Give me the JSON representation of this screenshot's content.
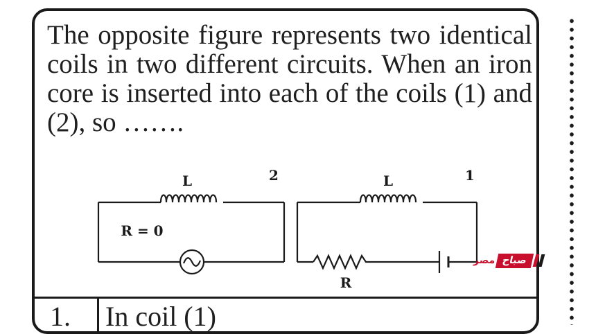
{
  "question": {
    "text": "The opposite figure represents two identical coils in two different circuits. When an iron core is inserted into each of the coils (1) and (2), so ……."
  },
  "circuits": {
    "left": {
      "number": "2",
      "coil_label": "L",
      "resistance_label": "R = 0",
      "source": "ac-source"
    },
    "right": {
      "number": "1",
      "coil_label": "L",
      "resistor_label": "R",
      "source": "battery"
    }
  },
  "answers": [
    {
      "number": "1.",
      "text": "In coil (1)"
    }
  ],
  "watermark": {
    "word_1": "صباح",
    "word_2": "مصر",
    "colors": {
      "red": "#c8102e",
      "black": "#1a1a1a"
    }
  },
  "colors": {
    "ink": "#1a1a1a",
    "text": "#1f1f1f",
    "background": "#ffffff"
  }
}
